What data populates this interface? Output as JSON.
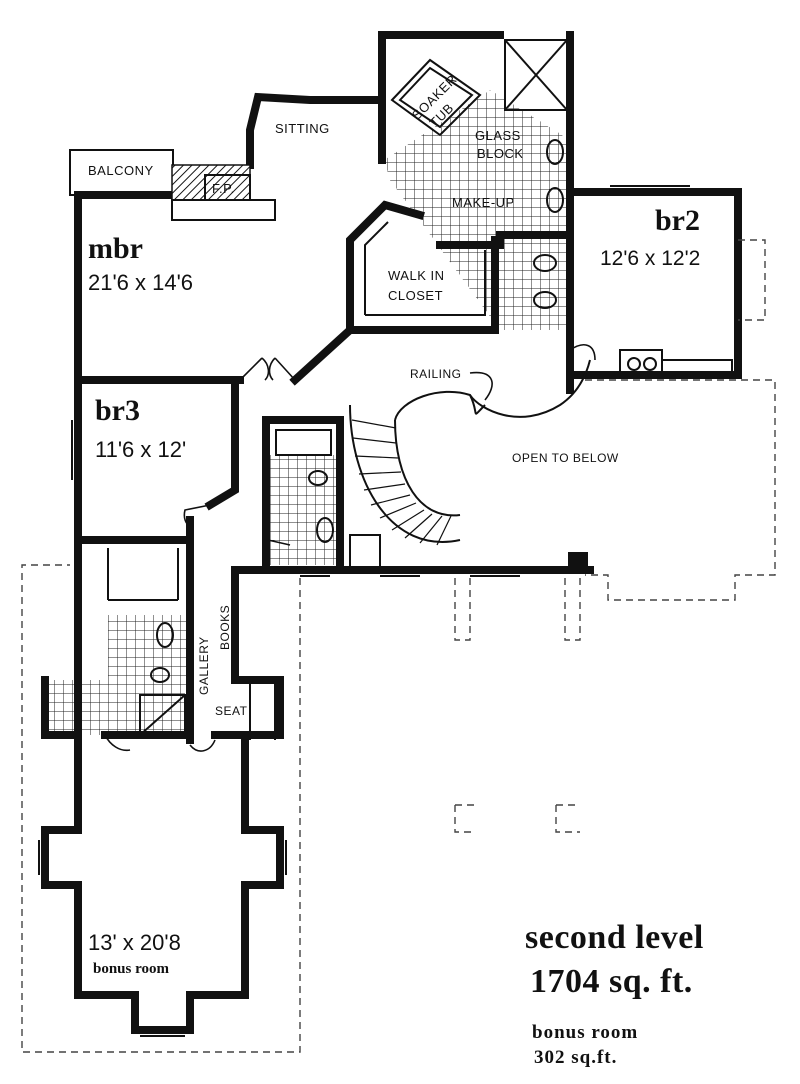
{
  "rooms": {
    "mbr": {
      "name": "mbr",
      "size": "21'6 x 14'6"
    },
    "br2": {
      "name": "br2",
      "size": "12'6 x 12'2"
    },
    "br3": {
      "name": "br3",
      "size": "11'6 x 12'"
    },
    "bonus": {
      "size": "13' x 20'8",
      "name": "bonus room"
    }
  },
  "labels": {
    "balcony": "BALCONY",
    "fireplace": "F.P.",
    "sitting": "SITTING",
    "soaker_tub_1": "SOAKER",
    "soaker_tub_2": "TUB",
    "glass_block_1": "GLASS",
    "glass_block_2": "BLOCK",
    "make_up": "MAKE-UP",
    "walk_in_1": "WALK IN",
    "walk_in_2": "CLOSET",
    "railing": "RAILING",
    "open_to_below": "OPEN TO BELOW",
    "gallery": "GALLERY",
    "books": "BOOKS",
    "seat": "SEAT"
  },
  "caption": {
    "level": "second level",
    "area": "1704 sq. ft.",
    "bonus_title": "bonus room",
    "bonus_area": "302 sq.ft."
  }
}
